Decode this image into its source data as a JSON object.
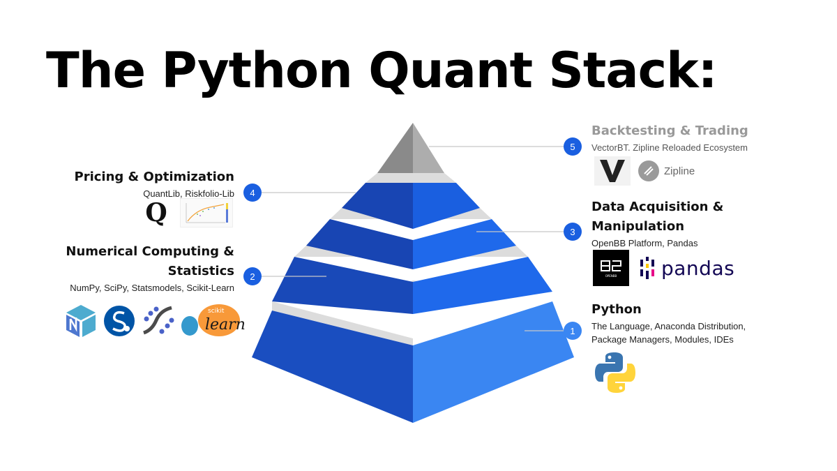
{
  "title": "The Python Quant Stack:",
  "colors": {
    "apex_left": "#8a8a8a",
    "apex_right": "#adadad",
    "tier_left": [
      "#1748b5",
      "#1845b3",
      "#1949b8",
      "#1a4ec0"
    ],
    "tier_right": [
      "#1a5fe0",
      "#1f69eb",
      "#2a78f0",
      "#3a86f2"
    ],
    "separator": "#dcdcdc",
    "badge": "#1a5fe0",
    "leader": "#c8c8c8"
  },
  "layers": [
    {
      "number": "5",
      "heading": "Backtesting & Trading",
      "description": "VectorBT. Zipline Reloaded Ecosystem",
      "logos": [
        {
          "icon": "vectorbt-logo-icon"
        },
        {
          "icon": "zipline-logo-icon",
          "label": "Zipline"
        }
      ]
    },
    {
      "number": "4",
      "heading": "Pricing & Optimization",
      "description": "QuantLib, Riskfolio-Lib",
      "logos": [
        {
          "icon": "quantlib-logo-icon"
        },
        {
          "icon": "riskfolio-chart-icon"
        }
      ]
    },
    {
      "number": "3",
      "heading_line1": "Data Acquisition &",
      "heading_line2": "Manipulation",
      "description": "OpenBB Platform, Pandas",
      "logos": [
        {
          "icon": "openbb-logo-icon"
        },
        {
          "icon": "pandas-logo-icon",
          "label": "pandas"
        }
      ]
    },
    {
      "number": "2",
      "heading_line1": "Numerical Computing &",
      "heading_line2": "Statistics",
      "description": "NumPy, SciPy, Statsmodels, Scikit-Learn",
      "logos": [
        {
          "icon": "numpy-logo-icon"
        },
        {
          "icon": "scipy-logo-icon"
        },
        {
          "icon": "statsmodels-logo-icon"
        },
        {
          "icon": "scikit-learn-logo-icon",
          "label_top": "scikit",
          "label": "learn"
        }
      ]
    },
    {
      "number": "1",
      "heading": "Python",
      "description_line1": "The Language, Anaconda Distribution,",
      "description_line2": "Package Managers, Modules, IDEs",
      "logos": [
        {
          "icon": "python-logo-icon"
        }
      ]
    }
  ]
}
